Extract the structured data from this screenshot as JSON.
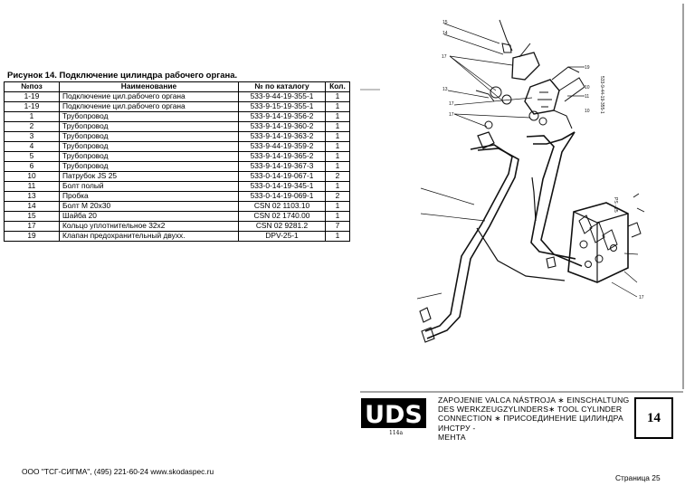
{
  "figure_title": "Рисунок 14.   Подключение цилиндра рабочего органа.",
  "table": {
    "headers": [
      "№поз",
      "Наименование",
      "№ по каталогу",
      "Кол."
    ],
    "rows": [
      [
        "1-19",
        "Подключение цил.рабочего органа",
        "533-9-44-19-355-1",
        "1"
      ],
      [
        "1-19",
        "Подключение цил.рабочего органа",
        "533-9-15-19-355-1",
        "1"
      ],
      [
        "1",
        "Трубопровод",
        "533-9-14-19-356-2",
        "1"
      ],
      [
        "2",
        "Трубопровод",
        "533-9-14-19-360-2",
        "1"
      ],
      [
        "3",
        "Трубопровод",
        "533-9-14-19-363-2",
        "1"
      ],
      [
        "4",
        "Трубопровод",
        "533-9-44-19-359-2",
        "1"
      ],
      [
        "5",
        "Трубопровод",
        "533-9-14-19-365-2",
        "1"
      ],
      [
        "6",
        "Трубопровод",
        "533-9-14-19-367-3",
        "1"
      ],
      [
        "10",
        "Патрубок JS 25",
        "533-0-14-19-067-1",
        "2"
      ],
      [
        "11",
        "Болт полый",
        "533-0-14-19-345-1",
        "1"
      ],
      [
        "13",
        "Пробка",
        "533-0-14-19-069-1",
        "2"
      ],
      [
        "14",
        "Болт M 20x30",
        "CSN 02 1103.10",
        "1"
      ],
      [
        "15",
        "Шайба 20",
        "CSN 02 1740.00",
        "1"
      ],
      [
        "17",
        "Кольцо уплотнительное  32x2",
        "CSN  02  9281.2",
        "7"
      ],
      [
        "19",
        "Клапан предохранительный двухх.",
        "DPV-25-1",
        "1"
      ]
    ]
  },
  "title_block": {
    "logo": "UDS",
    "sub": "114a",
    "lines": [
      "ZAPOJENIE VALCA NÁSTROJA ∗ EINSCHALTUNG",
      "DES WERKZEUGZYLINDERS∗ TOOL CYLINDER",
      "CONNECTION ∗ ПРИСОЕДИНЕНИЕ ЦИЛИНДРА ИНСТРУ -",
      "МЕНТА"
    ],
    "page_number": "14"
  },
  "drawing_labels": {
    "top_code": "533-9-44-19-355-1",
    "valve_label": "PS - 25",
    "numbers": [
      "15",
      "14",
      "17",
      "13",
      "17",
      "19",
      "10",
      "11",
      "10",
      "17",
      "17"
    ]
  },
  "footer": {
    "company": "ООО \"ТСГ-СИГМА\", (495) 221-60-24 www.skodaspec.ru",
    "page": "Страница 25"
  }
}
